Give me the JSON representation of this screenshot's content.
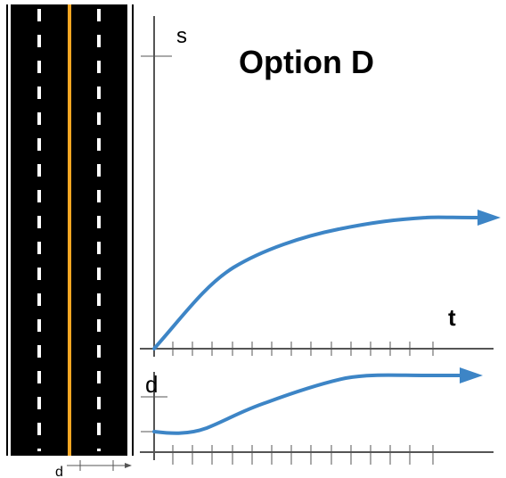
{
  "title": "Option D",
  "axes": {
    "s_label": "s",
    "t_label": "t",
    "d_label": "d",
    "road_d_label": "d"
  },
  "colors": {
    "road": "#000000",
    "lane_dash": "#ffffff",
    "center_line": "#f5a623",
    "curve": "#3d85c6",
    "axis": "#555555",
    "text": "#000000"
  },
  "road": {
    "dashed_lanes": 2,
    "center_line": true
  },
  "charts": {
    "s_vs_t": {
      "shape": "rising-then-flat",
      "arrow": "right"
    },
    "d_vs_t": {
      "shape": "lane-change-rising-then-flat",
      "arrow": "right"
    }
  }
}
